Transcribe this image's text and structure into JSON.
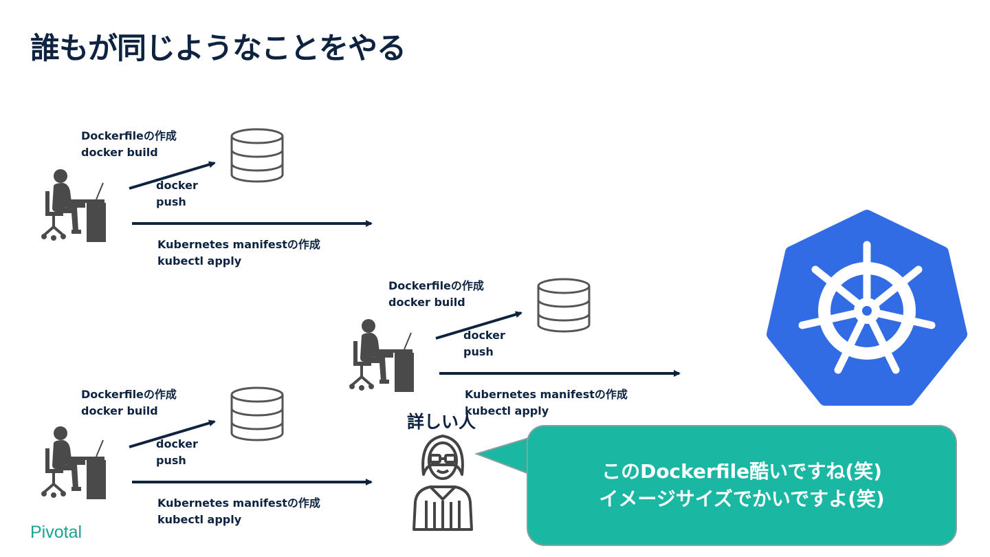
{
  "title": "誰もが同じようなことをやる",
  "developers": [
    {
      "build_label": [
        "Dockerfileの作成",
        "docker build"
      ],
      "push_label": [
        "docker",
        "push"
      ],
      "deploy_label": [
        "Kubernetes manifestの作成",
        "kubectl apply"
      ]
    },
    {
      "build_label": [
        "Dockerfileの作成",
        "docker build"
      ],
      "push_label": [
        "docker",
        "push"
      ],
      "deploy_label": [
        "Kubernetes manifestの作成",
        "kubectl apply"
      ]
    },
    {
      "build_label": [
        "Dockerfileの作成",
        "docker build"
      ],
      "push_label": [
        "docker",
        "push"
      ],
      "deploy_label": [
        "Kubernetes manifestの作成",
        "kubectl apply"
      ]
    }
  ],
  "expert": {
    "label": "詳しい人",
    "speech": [
      "このDockerfile酷いですね(笑)",
      "イメージサイズでかいですよ(笑)"
    ]
  },
  "brand": "Pivotal",
  "colors": {
    "text": "#0d2340",
    "arrow": "#0d2340",
    "kubernetes": "#326ce5",
    "bubble": "#1ab7a2",
    "brand": "#1aa38e"
  },
  "icons": [
    "developer-at-desk-icon",
    "database-registry-icon",
    "kubernetes-logo-icon",
    "expert-person-icon"
  ]
}
